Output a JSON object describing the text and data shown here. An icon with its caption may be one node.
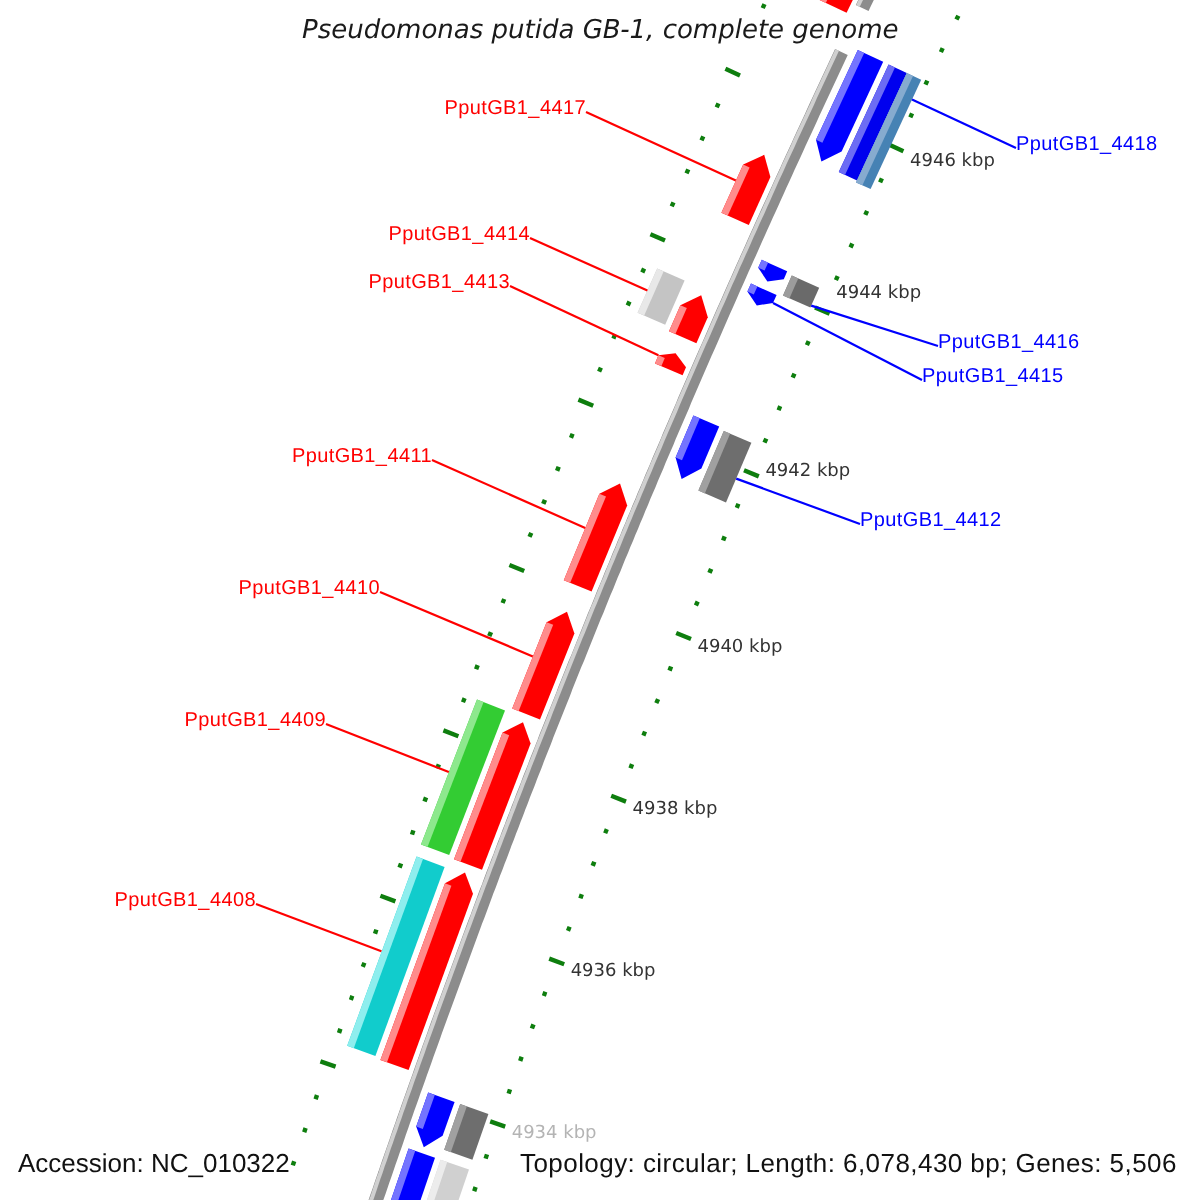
{
  "diagram": {
    "title": "Pseudomonas putida GB-1, complete genome",
    "nodes": [
      {
        "text": [
          "PputGB1_4417"
        ]
      },
      {
        "text": [
          "PputGB1_4418"
        ]
      },
      {
        "text": [
          "PputGB1_4414"
        ]
      },
      {
        "text": [
          "PputGB1_4413"
        ]
      },
      {
        "text": [
          "PputGB1_4416"
        ]
      },
      {
        "text": [
          "PputGB1_4415"
        ]
      },
      {
        "text": [
          "PputGB1_4411"
        ]
      },
      {
        "text": [
          "PputGB1_4412"
        ]
      },
      {
        "text": [
          "PputGB1_4410"
        ]
      },
      {
        "text": [
          "PputGB1_4409"
        ]
      },
      {
        "text": [
          "PputGB1_4408"
        ]
      },
      {
        "text": [],
        "shape": "pentagon"
      },
      {
        "text": [],
        "shape": "pentagon"
      },
      {
        "text": [],
        "shape": "bar"
      },
      {
        "text": [],
        "shape": "bar"
      },
      {
        "text": [],
        "shape": "pentagon"
      },
      {
        "text": [],
        "shape": "pentagon"
      },
      {
        "text": [],
        "shape": "bar"
      },
      {
        "text": [],
        "shape": "bar"
      },
      {
        "text": [],
        "shape": "pentagon"
      },
      {
        "text": [],
        "shape": "pentagon"
      },
      {
        "text": [],
        "shape": "pentagon"
      },
      {
        "text": [],
        "shape": "pentagon"
      },
      {
        "text": [],
        "shape": "bar"
      },
      {
        "text": [],
        "shape": "pentagon"
      },
      {
        "text": [],
        "shape": "pentagon"
      },
      {
        "text": [],
        "shape": "bar"
      },
      {
        "text": [],
        "shape": "pentagon"
      },
      {
        "text": [],
        "shape": "bar"
      },
      {
        "text": [],
        "shape": "pentagon"
      },
      {
        "text": [],
        "shape": "pentagon"
      },
      {
        "text": [],
        "shape": "bar"
      },
      {
        "text": [],
        "shape": "bar"
      },
      {
        "text": [],
        "shape": "bar"
      }
    ],
    "edges": [
      {
        "from": 0,
        "to": 15,
        "arrow": "none"
      },
      {
        "from": 1,
        "to": 14,
        "arrow": "none",
        "color": "#0000ff"
      },
      {
        "from": 2,
        "to": 17,
        "arrow": "none"
      },
      {
        "from": 3,
        "to": 21,
        "arrow": "none"
      },
      {
        "from": 4,
        "to": 18,
        "arrow": "none",
        "color": "#0000ff"
      },
      {
        "from": 5,
        "to": 19,
        "arrow": "none",
        "color": "#0000ff"
      },
      {
        "from": 6,
        "to": 24,
        "arrow": "none"
      },
      {
        "from": 7,
        "to": 23,
        "arrow": "none",
        "color": "#0000ff"
      },
      {
        "from": 8,
        "to": 25,
        "arrow": "none"
      },
      {
        "from": 9,
        "to": 26,
        "arrow": "none"
      },
      {
        "from": 10,
        "to": 28,
        "arrow": "none"
      }
    ],
    "labels": [
      "4946 kbp",
      "4944 kbp",
      "4942 kbp",
      "4940 kbp",
      "4938 kbp",
      "4936 kbp",
      "4934 kbp",
      "Accession: NC_010322",
      "Topology: circular; Length: 6,078,430 bp; Genes: 5,506"
    ]
  }
}
